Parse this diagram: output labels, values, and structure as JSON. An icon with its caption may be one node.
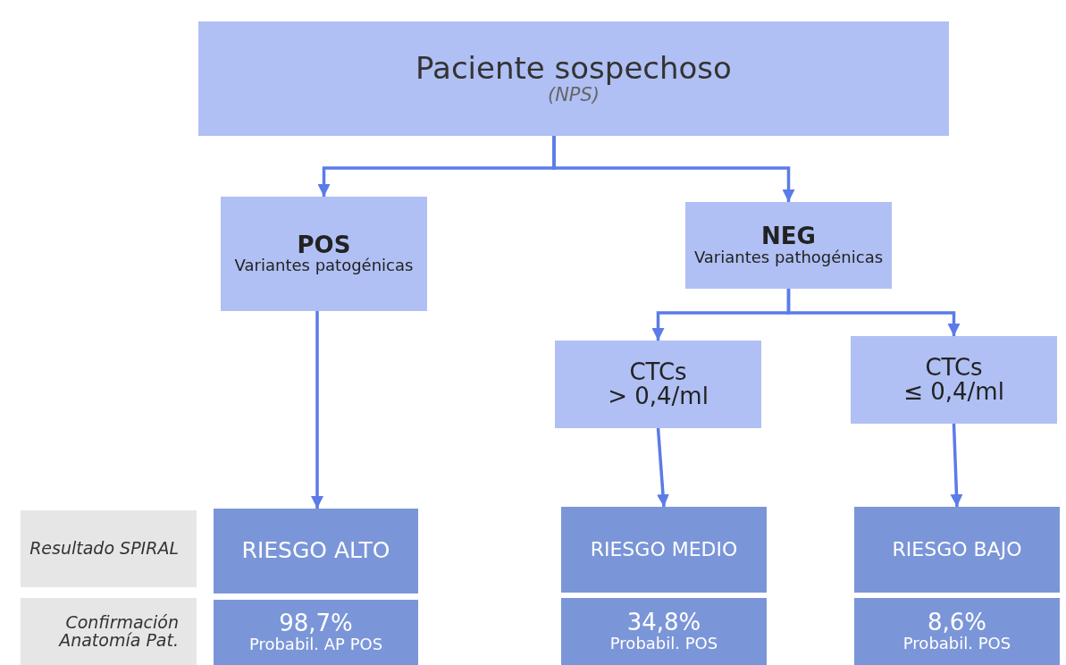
{
  "diagram": {
    "nodes": [
      {
        "text": [
          "Paciente sospechoso",
          "(NPS)"
        ]
      },
      {
        "text": [
          "POS",
          "Variantes patogénicas"
        ]
      },
      {
        "text": [
          "NEG",
          "Variantes pathogénicas"
        ]
      },
      {
        "text": [
          "CTCs",
          "> 0,4/ml"
        ]
      },
      {
        "text": [
          "CTCs",
          "≤ 0,4/ml"
        ]
      },
      {
        "text": [
          "Resultado SPIRAL"
        ]
      },
      {
        "text": [
          "RIESGO ALTO"
        ]
      },
      {
        "text": [
          "RIESGO MEDIO"
        ]
      },
      {
        "text": [
          "RIESGO BAJO"
        ]
      },
      {
        "text": [
          "Confirmación Anatomía Pat."
        ]
      },
      {
        "text": [
          "98,7%",
          "Probabil. AP POS"
        ]
      },
      {
        "text": [
          "34,8%",
          "Probabil. POS"
        ]
      },
      {
        "text": [
          "8,6%",
          "Probabil. POS"
        ]
      }
    ],
    "edges": [
      {
        "from": 0,
        "to": 1,
        "arrow": "to"
      },
      {
        "from": 0,
        "to": 2,
        "arrow": "to"
      },
      {
        "from": 2,
        "to": 3,
        "arrow": "to"
      },
      {
        "from": 2,
        "to": 4,
        "arrow": "to"
      },
      {
        "from": 1,
        "to": 6,
        "arrow": "to"
      },
      {
        "from": 3,
        "to": 7,
        "arrow": "to"
      },
      {
        "from": 4,
        "to": 8,
        "arrow": "to"
      }
    ]
  }
}
